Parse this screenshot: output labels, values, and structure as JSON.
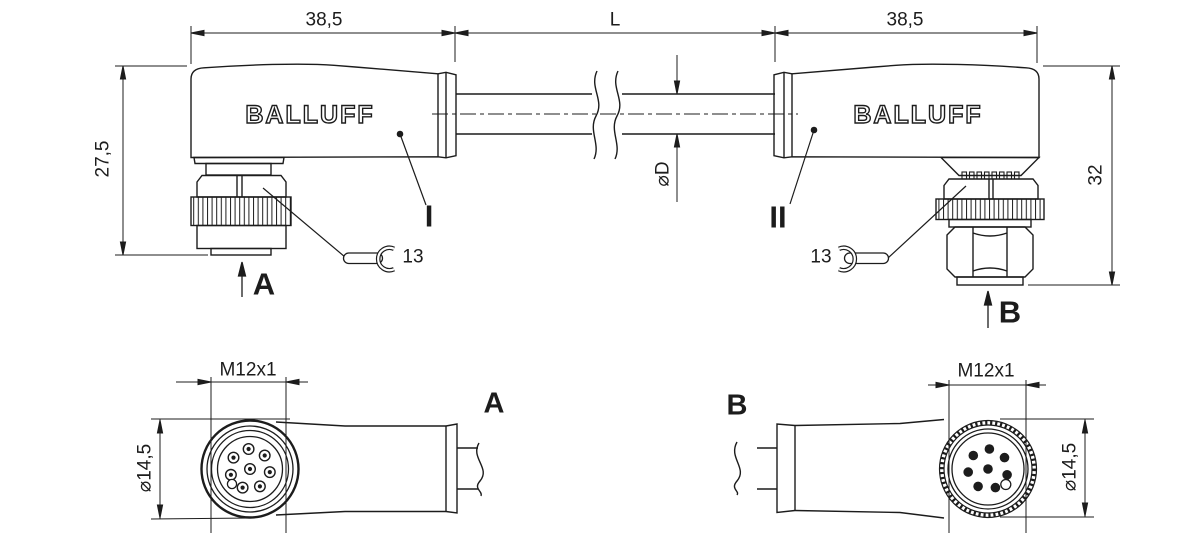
{
  "dims": {
    "len_left": "38,5",
    "len_cable": "L",
    "len_right": "38,5",
    "height_left": "27,5",
    "height_right": "32",
    "cable_dia": "⌀D",
    "thread_a": "M12x1",
    "thread_b": "M12x1",
    "face_dia_a": "⌀14,5",
    "face_dia_b": "⌀14,5",
    "wrench_left": "13",
    "wrench_right": "13"
  },
  "labels": {
    "brand_left": "BALLUFF",
    "brand_right": "BALLUFF",
    "conn_left": "I",
    "conn_right": "II",
    "view_arrow_a": "A",
    "view_arrow_b": "B",
    "view_title_a": "A",
    "view_title_b": "B"
  },
  "colors": {
    "line": "#1c1c1c",
    "background": "#ffffff"
  }
}
